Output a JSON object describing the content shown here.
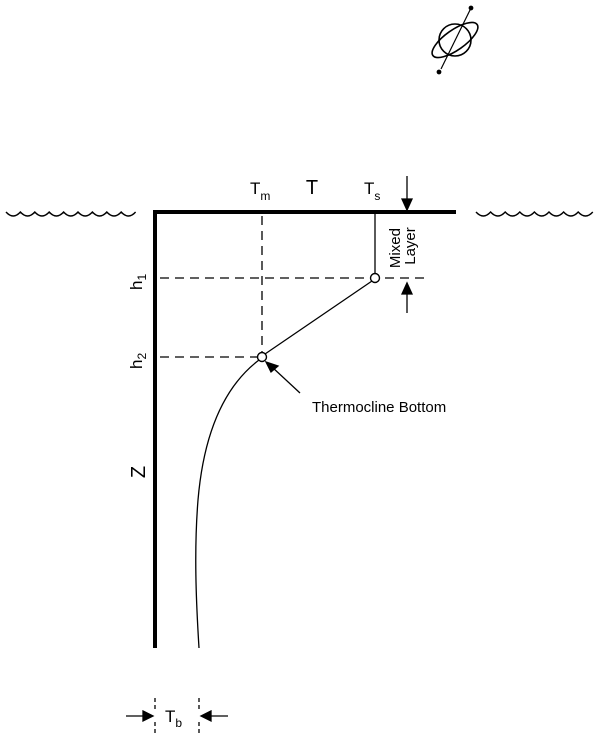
{
  "diagram": {
    "axis_temperature_label": "T",
    "axis_depth_label": "Z",
    "temp_mixed": {
      "base": "T",
      "sub": "m"
    },
    "temp_surface": {
      "base": "T",
      "sub": "s"
    },
    "temp_bottom": {
      "base": "T",
      "sub": "b"
    },
    "depth_h1": {
      "base": "h",
      "sub": "1"
    },
    "depth_h2": {
      "base": "h",
      "sub": "2"
    },
    "mixed_layer_label": [
      "Mixed",
      "Layer"
    ],
    "thermocline_label": "Thermocline Bottom",
    "icon": "sun-icon"
  }
}
